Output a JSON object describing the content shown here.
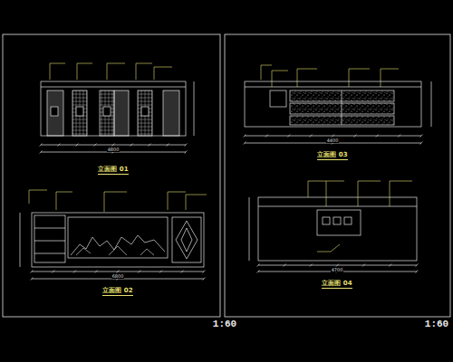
{
  "diagram": {
    "labels": [
      "立面图 01",
      "立面图 02",
      "立面图 03",
      "立面图 04",
      "1:60",
      "1:60",
      "4800",
      "6800",
      "4400",
      "4700"
    ]
  }
}
